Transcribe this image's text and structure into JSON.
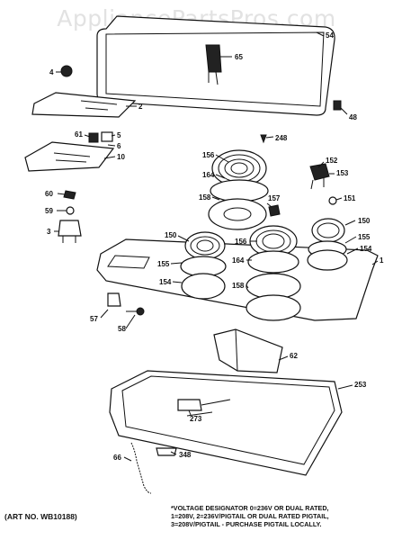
{
  "watermark": "AppliancePartsPros.com",
  "art_number": "(ART NO. WB10188)",
  "note_lines": [
    "*VOLTAGE DESIGNATOR 0=236V OR DUAL RATED,",
    "1=208V, 2=236V/PIGTAIL OR DUAL RATED PIGTAIL,",
    "3=208V/PIGTAIL - PURCHASE PIGTAIL LOCALLY."
  ],
  "part_labels": {
    "p54": "54",
    "p65": "65",
    "p4": "4",
    "p2": "2",
    "p48": "48",
    "p248": "248",
    "p61": "61",
    "p5": "5",
    "p6": "6",
    "p10": "10",
    "p156a": "156",
    "p164a": "164",
    "p152": "152",
    "p153": "153",
    "p158a": "158",
    "p157": "157",
    "p151": "151",
    "p60": "60",
    "p59": "59",
    "p3": "3",
    "p150a": "150",
    "p150b": "150",
    "p156b": "156",
    "p155a": "155",
    "p154a": "154",
    "p155b": "155",
    "p154b": "154",
    "p164b": "164",
    "p1": "1",
    "p158b": "158",
    "p57": "57",
    "p58": "58",
    "p62": "62",
    "p253": "253",
    "p273": "273",
    "p66": "66",
    "p348": "348"
  }
}
